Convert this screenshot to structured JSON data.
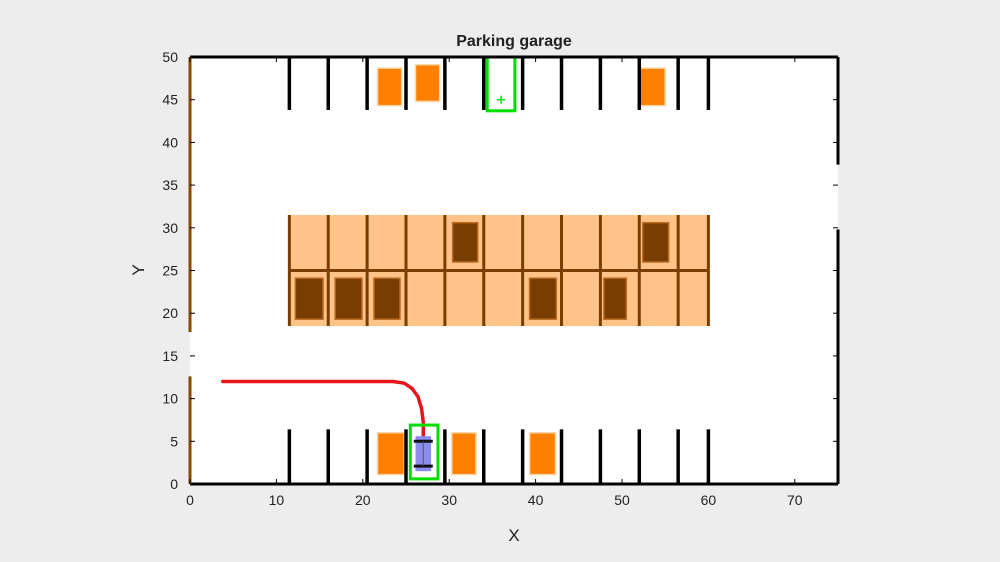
{
  "chart_data": {
    "type": "scatter",
    "title": "Parking garage",
    "xlabel": "X",
    "ylabel": "Y",
    "xlim": [
      0,
      75
    ],
    "ylim": [
      0,
      50
    ],
    "xticks": [
      0,
      10,
      20,
      30,
      40,
      50,
      60,
      70
    ],
    "yticks": [
      0,
      5,
      10,
      15,
      20,
      25,
      30,
      35,
      40,
      45,
      50
    ],
    "grid": false,
    "colors": {
      "background": "#ffffff",
      "occupied_lane_spot": "#ff8000",
      "center_block": "#ffc38a",
      "center_occupied": "#7a3d00",
      "divider": "#000000",
      "center_divider": "#7a3d00",
      "target_box": "#00e000",
      "path": "#e8141e",
      "vehicle": "#8c8cf0"
    },
    "top_row_dividers_x": [
      11.5,
      16,
      20.5,
      25,
      29.5,
      34,
      38.5,
      43,
      47.5,
      52,
      56.5,
      60
    ],
    "bottom_row_dividers_x": [
      11.5,
      16,
      20.5,
      25,
      29.5,
      34,
      38.5,
      43,
      47.5,
      52,
      56.5,
      60
    ],
    "center_block": {
      "x0": 11.5,
      "x1": 60,
      "y0": 18.5,
      "y1": 31.5,
      "y_mid": 25,
      "dividers_x": [
        11.5,
        16,
        20.5,
        25,
        29.5,
        34,
        38.5,
        43,
        47.5,
        52,
        56.5,
        60
      ]
    },
    "top_occupied_spots": [
      {
        "x0": 21.7,
        "x1": 24.5,
        "y0": 44.3,
        "y1": 48.7
      },
      {
        "x0": 26.1,
        "x1": 28.9,
        "y0": 44.8,
        "y1": 49.1
      },
      {
        "x0": 52.1,
        "x1": 55.0,
        "y0": 44.3,
        "y1": 48.7
      }
    ],
    "bottom_occupied_spots": [
      {
        "x0": 21.7,
        "x1": 24.8,
        "y0": 1.1,
        "y1": 6.0
      },
      {
        "x0": 30.3,
        "x1": 33.1,
        "y0": 1.1,
        "y1": 6.0
      },
      {
        "x0": 39.3,
        "x1": 42.3,
        "y0": 1.1,
        "y1": 6.0
      }
    ],
    "center_occupied_spots": [
      {
        "x0": 12.2,
        "x1": 15.4,
        "y0": 19.3,
        "y1": 24.1
      },
      {
        "x0": 16.8,
        "x1": 19.9,
        "y0": 19.3,
        "y1": 24.1
      },
      {
        "x0": 21.3,
        "x1": 24.3,
        "y0": 19.3,
        "y1": 24.1
      },
      {
        "x0": 30.4,
        "x1": 33.3,
        "y0": 26.0,
        "y1": 30.6
      },
      {
        "x0": 39.3,
        "x1": 42.4,
        "y0": 19.3,
        "y1": 24.1
      },
      {
        "x0": 47.9,
        "x1": 50.5,
        "y0": 19.3,
        "y1": 24.1
      },
      {
        "x0": 52.4,
        "x1": 55.4,
        "y0": 26.0,
        "y1": 30.6
      }
    ],
    "start_target": {
      "x0": 25.5,
      "x1": 28.7,
      "y0": 0.6,
      "y1": 6.9
    },
    "goal_target": {
      "x0": 34.4,
      "x1": 37.6,
      "y0": 43.7,
      "y1": 50.0,
      "marker": [
        36.0,
        45.0
      ]
    },
    "vehicle": {
      "x0": 26.1,
      "x1": 27.9,
      "y0": 1.5,
      "y1": 5.6
    },
    "path": [
      [
        3.8,
        12.0
      ],
      [
        10,
        12.0
      ],
      [
        18,
        12.0
      ],
      [
        23.5,
        12.0
      ],
      [
        24.8,
        11.8
      ],
      [
        25.7,
        11.2
      ],
      [
        26.4,
        10.2
      ],
      [
        26.8,
        8.8
      ],
      [
        27.0,
        7.2
      ],
      [
        27.0,
        5.0
      ]
    ]
  }
}
